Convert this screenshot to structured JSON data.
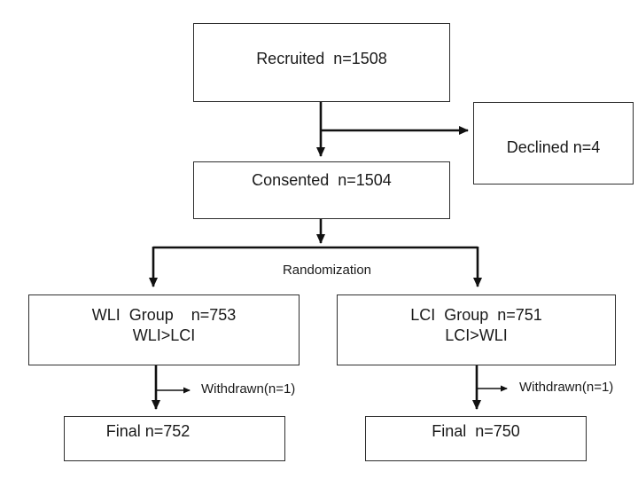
{
  "nodes": {
    "recruited": {
      "label": "Recruited  n=1508"
    },
    "declined": {
      "label": "Declined n=4"
    },
    "consented": {
      "label": "Consented  n=1504"
    },
    "wli_group": {
      "line1": "WLI  Group    n=753",
      "line2": "WLI>LCI"
    },
    "lci_group": {
      "line1": "LCI  Group  n=751",
      "line2": "LCI>WLI"
    },
    "final_wli": {
      "label": "Final n=752"
    },
    "final_lci": {
      "label": "Final  n=750"
    }
  },
  "annotations": {
    "randomization": "Randomization",
    "withdrawn_wli": "Withdrawn(n=1)",
    "withdrawn_lci": "Withdrawn(n=1)"
  },
  "colors": {
    "arrow": "#111111",
    "box_border": "#2e2e2e",
    "background": "#ffffff",
    "text": "#1a1a1a"
  }
}
